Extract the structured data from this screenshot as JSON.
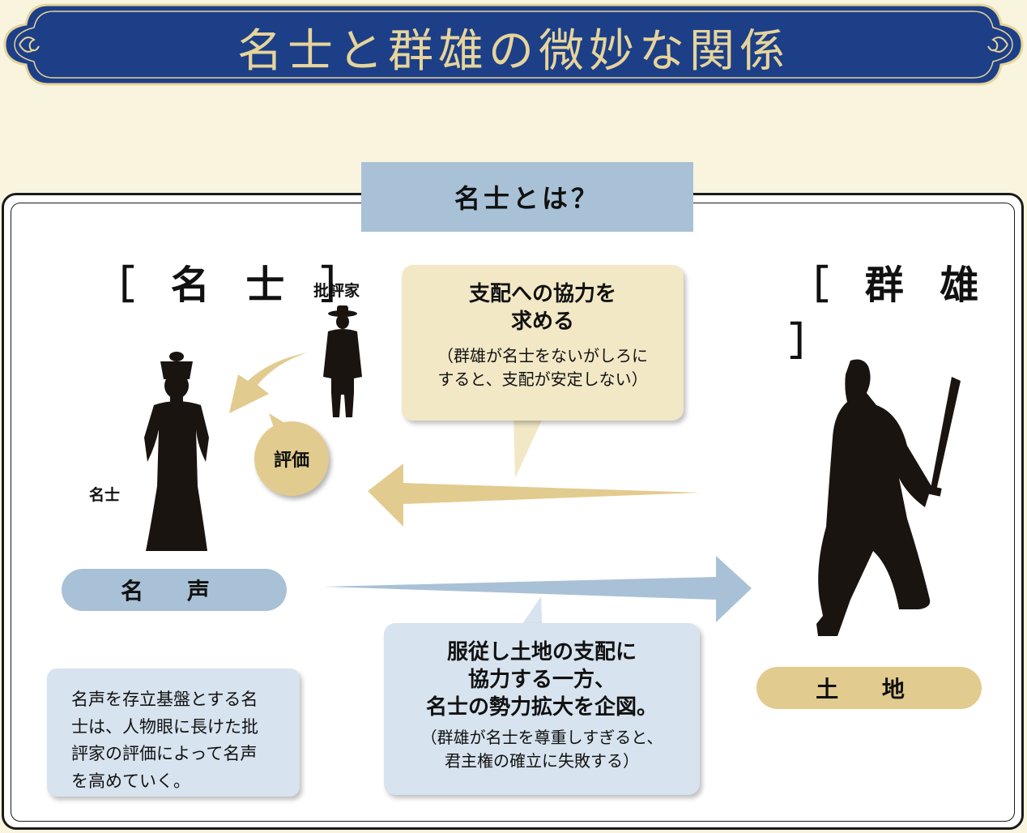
{
  "title": "名士と群雄の微妙な関係",
  "header": "名士とは？",
  "left": {
    "bracket_title": "［ 名 士 ］",
    "figure_label": "名士",
    "critic_label": "批評家",
    "evaluation": "評価",
    "pill": "名 声",
    "description": [
      "名声を存立基盤とする名",
      "士は、人物眼に長けた批",
      "評家の評価によって名声",
      "を高めていく。"
    ]
  },
  "right": {
    "bracket_title": "［ 群 雄 ］",
    "pill": "土 地"
  },
  "top_card": {
    "main": [
      "支配への協力を",
      "求める"
    ],
    "sub": [
      "（群雄が名士をないがしろに",
      "すると、支配が安定しない）"
    ]
  },
  "bottom_card": {
    "main": [
      "服従し土地の支配に",
      "協力する一方、",
      "名士の勢力拡大を企図。"
    ],
    "sub": [
      "（群雄が名士を尊重しすぎると、",
      "君主権の確立に失敗する）"
    ]
  },
  "colors": {
    "banner": "#1d3f87",
    "gold": "#e6d49b",
    "blue_light": "#a9c1d6",
    "tan": "#e2cb8e",
    "cream_card": "#f2e8c6",
    "blue_card": "#d7e3ee"
  },
  "icons": [
    "ornament-icon",
    "scholar-silhouette-icon",
    "critic-silhouette-icon",
    "warrior-silhouette-icon"
  ]
}
